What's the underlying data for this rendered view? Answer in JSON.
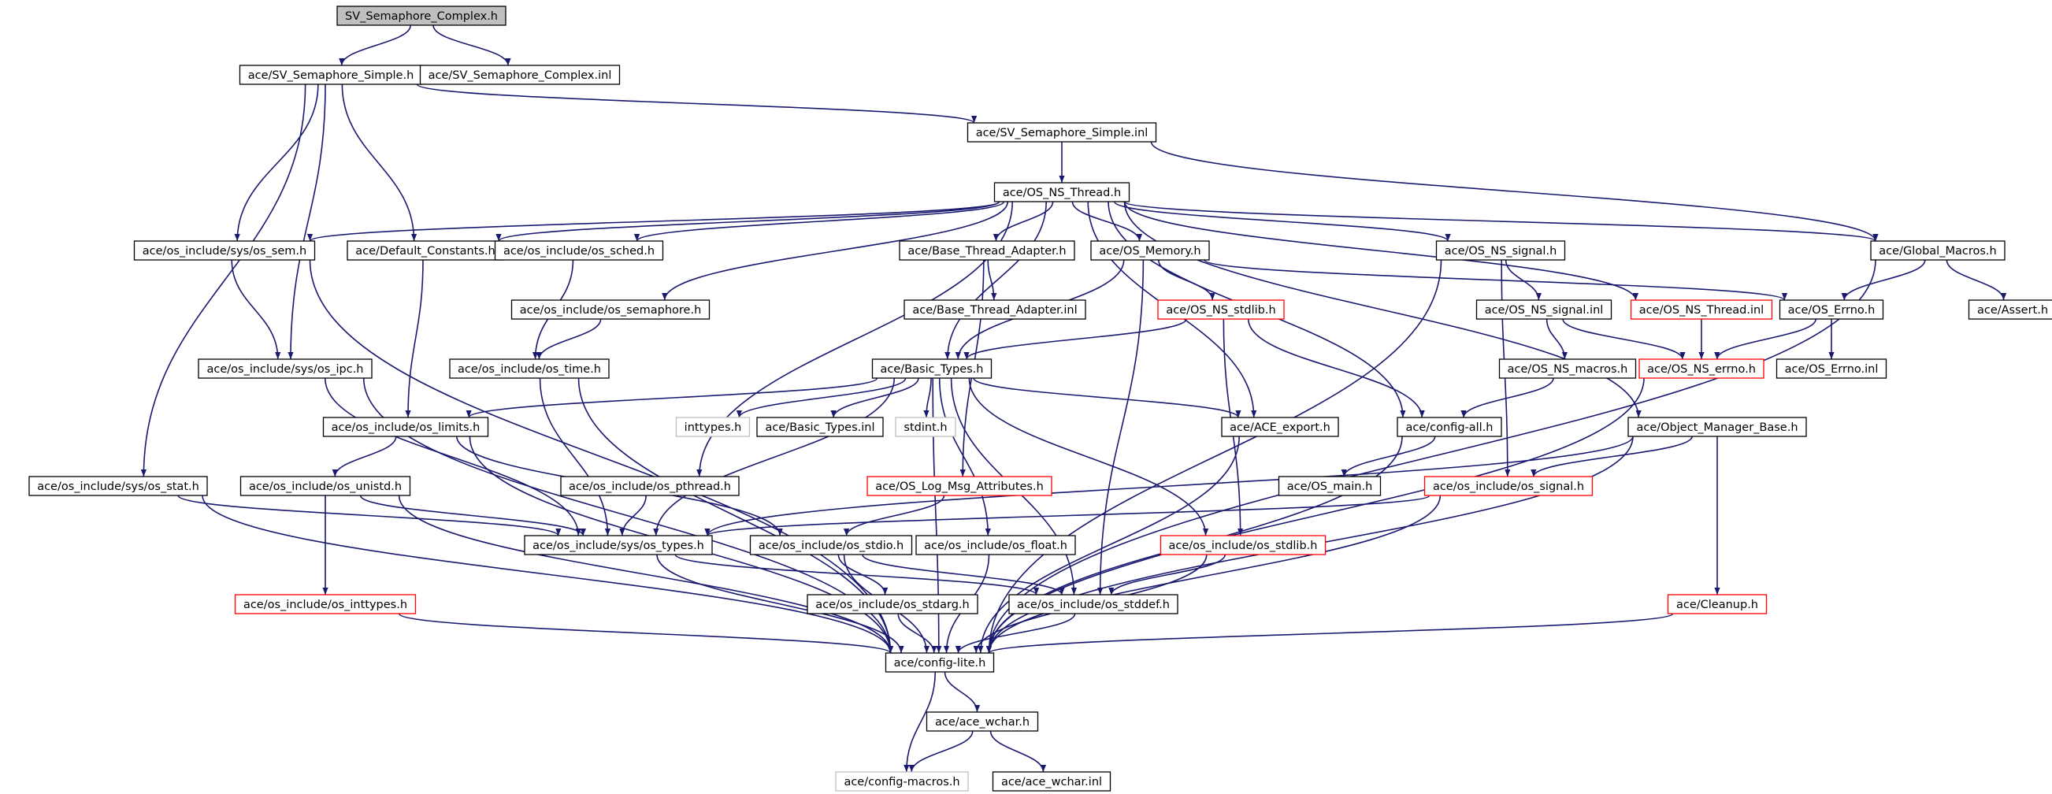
{
  "diagram": {
    "title": "",
    "edge_color": "#191970",
    "nodes": [
      {
        "id": "root",
        "label": "SV_Semaphore_Complex.h",
        "style": "root"
      },
      {
        "id": "svss",
        "label": "ace/SV_Semaphore_Simple.h",
        "style": "normal"
      },
      {
        "id": "svcinl",
        "label": "ace/SV_Semaphore_Complex.inl",
        "style": "normal"
      },
      {
        "id": "svssinl",
        "label": "ace/SV_Semaphore_Simple.inl",
        "style": "normal"
      },
      {
        "id": "osnsthread",
        "label": "ace/OS_NS_Thread.h",
        "style": "normal"
      },
      {
        "id": "ossem",
        "label": "ace/os_include/sys/os_sem.h",
        "style": "normal"
      },
      {
        "id": "defconst",
        "label": "ace/Default_Constants.h",
        "style": "normal"
      },
      {
        "id": "ossched",
        "label": "ace/os_include/os_sched.h",
        "style": "normal"
      },
      {
        "id": "bta",
        "label": "ace/Base_Thread_Adapter.h",
        "style": "normal"
      },
      {
        "id": "osmem",
        "label": "ace/OS_Memory.h",
        "style": "normal"
      },
      {
        "id": "osnssignal",
        "label": "ace/OS_NS_signal.h",
        "style": "normal"
      },
      {
        "id": "globmac",
        "label": "ace/Global_Macros.h",
        "style": "normal"
      },
      {
        "id": "ossemaphore",
        "label": "ace/os_include/os_semaphore.h",
        "style": "normal"
      },
      {
        "id": "btainl",
        "label": "ace/Base_Thread_Adapter.inl",
        "style": "normal"
      },
      {
        "id": "osnsstdlib",
        "label": "ace/OS_NS_stdlib.h",
        "style": "red"
      },
      {
        "id": "osnssignalinl",
        "label": "ace/OS_NS_signal.inl",
        "style": "normal"
      },
      {
        "id": "osnsthreadinl",
        "label": "ace/OS_NS_Thread.inl",
        "style": "red"
      },
      {
        "id": "oserrno",
        "label": "ace/OS_Errno.h",
        "style": "normal"
      },
      {
        "id": "assert",
        "label": "ace/Assert.h",
        "style": "normal"
      },
      {
        "id": "osipc",
        "label": "ace/os_include/sys/os_ipc.h",
        "style": "normal"
      },
      {
        "id": "ostime",
        "label": "ace/os_include/os_time.h",
        "style": "normal"
      },
      {
        "id": "basictypes",
        "label": "ace/Basic_Types.h",
        "style": "normal"
      },
      {
        "id": "osnsmacros",
        "label": "ace/OS_NS_macros.h",
        "style": "normal"
      },
      {
        "id": "osnserrno",
        "label": "ace/OS_NS_errno.h",
        "style": "red"
      },
      {
        "id": "oserrnoinl",
        "label": "ace/OS_Errno.inl",
        "style": "normal"
      },
      {
        "id": "oslimits",
        "label": "ace/os_include/os_limits.h",
        "style": "normal"
      },
      {
        "id": "inttypes",
        "label": "inttypes.h",
        "style": "gray"
      },
      {
        "id": "basictypesinl",
        "label": "ace/Basic_Types.inl",
        "style": "normal"
      },
      {
        "id": "stdint",
        "label": "stdint.h",
        "style": "gray"
      },
      {
        "id": "aceexport",
        "label": "ace/ACE_export.h",
        "style": "normal"
      },
      {
        "id": "configall",
        "label": "ace/config-all.h",
        "style": "normal"
      },
      {
        "id": "omb",
        "label": "ace/Object_Manager_Base.h",
        "style": "normal"
      },
      {
        "id": "osstat",
        "label": "ace/os_include/sys/os_stat.h",
        "style": "normal"
      },
      {
        "id": "osunistd",
        "label": "ace/os_include/os_unistd.h",
        "style": "normal"
      },
      {
        "id": "ospthread",
        "label": "ace/os_include/os_pthread.h",
        "style": "normal"
      },
      {
        "id": "olma",
        "label": "ace/OS_Log_Msg_Attributes.h",
        "style": "red"
      },
      {
        "id": "osmain",
        "label": "ace/OS_main.h",
        "style": "normal"
      },
      {
        "id": "ossignal",
        "label": "ace/os_include/os_signal.h",
        "style": "red"
      },
      {
        "id": "ostypes",
        "label": "ace/os_include/sys/os_types.h",
        "style": "normal"
      },
      {
        "id": "osstdio",
        "label": "ace/os_include/os_stdio.h",
        "style": "normal"
      },
      {
        "id": "osfloat",
        "label": "ace/os_include/os_float.h",
        "style": "normal"
      },
      {
        "id": "osstdlib",
        "label": "ace/os_include/os_stdlib.h",
        "style": "red"
      },
      {
        "id": "osinttypes",
        "label": "ace/os_include/os_inttypes.h",
        "style": "red"
      },
      {
        "id": "osstdarg",
        "label": "ace/os_include/os_stdarg.h",
        "style": "normal"
      },
      {
        "id": "osstddef",
        "label": "ace/os_include/os_stddef.h",
        "style": "normal"
      },
      {
        "id": "cleanup",
        "label": "ace/Cleanup.h",
        "style": "red"
      },
      {
        "id": "configlite",
        "label": "ace/config-lite.h",
        "style": "normal"
      },
      {
        "id": "acewchar",
        "label": "ace/ace_wchar.h",
        "style": "normal"
      },
      {
        "id": "configmacros",
        "label": "ace/config-macros.h",
        "style": "gray"
      },
      {
        "id": "acewcharinl",
        "label": "ace/ace_wchar.inl",
        "style": "normal"
      }
    ],
    "edges": [
      [
        "root",
        "svss"
      ],
      [
        "root",
        "svcinl"
      ],
      [
        "svss",
        "svssinl"
      ],
      [
        "svss",
        "ossem"
      ],
      [
        "svss",
        "defconst"
      ],
      [
        "svss",
        "osipc"
      ],
      [
        "svss",
        "osstat"
      ],
      [
        "svssinl",
        "osnsthread"
      ],
      [
        "svssinl",
        "globmac"
      ],
      [
        "osnsthread",
        "ossem"
      ],
      [
        "osnsthread",
        "defconst"
      ],
      [
        "osnsthread",
        "ossched"
      ],
      [
        "osnsthread",
        "bta"
      ],
      [
        "osnsthread",
        "osmem"
      ],
      [
        "osnsthread",
        "osnssignal"
      ],
      [
        "osnsthread",
        "globmac"
      ],
      [
        "osnsthread",
        "ossemaphore"
      ],
      [
        "osnsthread",
        "basictypes"
      ],
      [
        "osnsthread",
        "osnsthreadinl"
      ],
      [
        "osnsthread",
        "aceexport"
      ],
      [
        "osnsthread",
        "configall"
      ],
      [
        "osnsthread",
        "omb"
      ],
      [
        "osnsthread",
        "ospthread"
      ],
      [
        "ossem",
        "osipc"
      ],
      [
        "ossem",
        "configlite"
      ],
      [
        "defconst",
        "oslimits"
      ],
      [
        "ossched",
        "ostime"
      ],
      [
        "bta",
        "btainl"
      ],
      [
        "bta",
        "olma"
      ],
      [
        "osmem",
        "osnsstdlib"
      ],
      [
        "osmem",
        "basictypes"
      ],
      [
        "osmem",
        "oserrno"
      ],
      [
        "osmem",
        "osstddef"
      ],
      [
        "osnssignal",
        "osnssignalinl"
      ],
      [
        "osnssignal",
        "ossignal"
      ],
      [
        "osnssignal",
        "configlite"
      ],
      [
        "globmac",
        "oserrno"
      ],
      [
        "globmac",
        "assert"
      ],
      [
        "globmac",
        "configlite"
      ],
      [
        "ossemaphore",
        "ostime"
      ],
      [
        "osnsstdlib",
        "basictypes"
      ],
      [
        "osnsstdlib",
        "configall"
      ],
      [
        "osnsstdlib",
        "osstdlib"
      ],
      [
        "osnssignalinl",
        "osnsmacros"
      ],
      [
        "osnssignalinl",
        "osnserrno"
      ],
      [
        "osnsthreadinl",
        "osnserrno"
      ],
      [
        "oserrno",
        "osnserrno"
      ],
      [
        "oserrno",
        "oserrnoinl"
      ],
      [
        "osipc",
        "ostypes"
      ],
      [
        "osipc",
        "configlite"
      ],
      [
        "ostime",
        "ostypes"
      ],
      [
        "ostime",
        "configlite"
      ],
      [
        "basictypes",
        "oslimits"
      ],
      [
        "basictypes",
        "inttypes"
      ],
      [
        "basictypes",
        "basictypesinl"
      ],
      [
        "basictypes",
        "stdint"
      ],
      [
        "basictypes",
        "aceexport"
      ],
      [
        "basictypes",
        "ostypes"
      ],
      [
        "basictypes",
        "osfloat"
      ],
      [
        "basictypes",
        "osstddef"
      ],
      [
        "basictypes",
        "osstdlib"
      ],
      [
        "basictypes",
        "configlite"
      ],
      [
        "osnsmacros",
        "configall"
      ],
      [
        "osnserrno",
        "configlite"
      ],
      [
        "oslimits",
        "osunistd"
      ],
      [
        "oslimits",
        "osstdio"
      ],
      [
        "oslimits",
        "configlite"
      ],
      [
        "aceexport",
        "configlite"
      ],
      [
        "configall",
        "osmain"
      ],
      [
        "configall",
        "configlite"
      ],
      [
        "omb",
        "ossignal"
      ],
      [
        "omb",
        "cleanup"
      ],
      [
        "omb",
        "ostypes"
      ],
      [
        "omb",
        "configlite"
      ],
      [
        "osstat",
        "ostypes"
      ],
      [
        "osstat",
        "configlite"
      ],
      [
        "osunistd",
        "ostypes"
      ],
      [
        "osunistd",
        "osinttypes"
      ],
      [
        "osunistd",
        "configlite"
      ],
      [
        "ospthread",
        "ostypes"
      ],
      [
        "olma",
        "osstdio"
      ],
      [
        "ossignal",
        "ostypes"
      ],
      [
        "ossignal",
        "configlite"
      ],
      [
        "ostypes",
        "osstddef"
      ],
      [
        "ostypes",
        "configlite"
      ],
      [
        "osstdio",
        "osstdarg"
      ],
      [
        "osstdio",
        "osstddef"
      ],
      [
        "osstdio",
        "configlite"
      ],
      [
        "osfloat",
        "configlite"
      ],
      [
        "osstdlib",
        "osstddef"
      ],
      [
        "osstdlib",
        "configlite"
      ],
      [
        "osinttypes",
        "configlite"
      ],
      [
        "osstdarg",
        "configlite"
      ],
      [
        "osstddef",
        "configlite"
      ],
      [
        "cleanup",
        "configlite"
      ],
      [
        "configlite",
        "acewchar"
      ],
      [
        "configlite",
        "configmacros"
      ],
      [
        "acewchar",
        "configmacros"
      ],
      [
        "acewchar",
        "acewcharinl"
      ]
    ]
  }
}
